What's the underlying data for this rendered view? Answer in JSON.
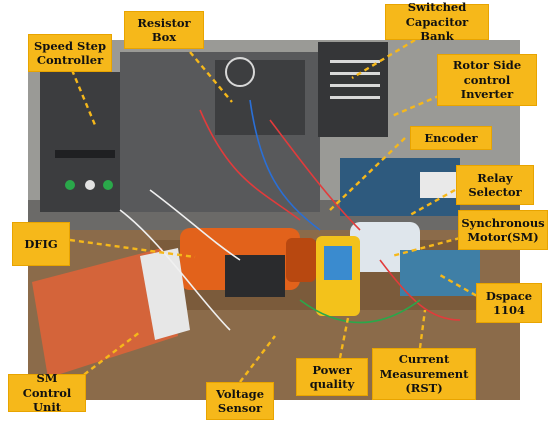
{
  "figure": {
    "title": "Experimental setup",
    "colors": {
      "label_bg": "#f6b81a",
      "arrow": "#f6b81a",
      "text": "#111111"
    }
  },
  "labels": {
    "speed_step_controller": "Speed Step\nController",
    "resistor_box": "Resistor\nBox",
    "switched_capacitor_bank": "Switched\nCapacitor Bank",
    "rotor_side_control_inverter": "Rotor Side\ncontrol\nInverter",
    "encoder": "Encoder",
    "relay_selector": "Relay\nSelector",
    "synchronous_motor": "Synchronous\nMotor(SM)",
    "dfig": "DFIG",
    "dspace_1104": "Dspace\n1104",
    "sm_control_unit": "SM\nControl Unit",
    "voltage_sensor": "Voltage\nSensor",
    "power_quality": "Power\nquality",
    "current_measurement": "Current\nMeasurement\n(RST)"
  }
}
